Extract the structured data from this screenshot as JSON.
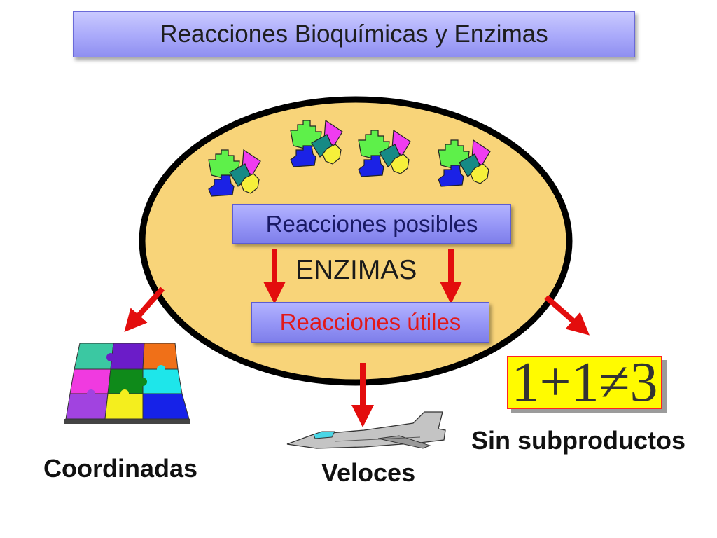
{
  "title": "Reacciones Bioquímicas y Enzimas",
  "cell": {
    "possible_label": "Reacciones posibles",
    "enzymes_label": "ENZIMAS",
    "useful_label": "Reacciones útiles"
  },
  "outcomes": {
    "coordinated": "Coordinadas",
    "fast": "Veloces",
    "no_byproducts": "Sin subproductos",
    "equation": "1+1≠3"
  },
  "colors": {
    "cell_fill": "#f8d479",
    "arrow": "#e30d0d",
    "title_box": "#a9a9fa",
    "equation_bg": "#fffb00"
  },
  "icons": [
    "molecule-puzzle-icon",
    "jigsaw-puzzle-icon",
    "jet-plane-icon"
  ]
}
